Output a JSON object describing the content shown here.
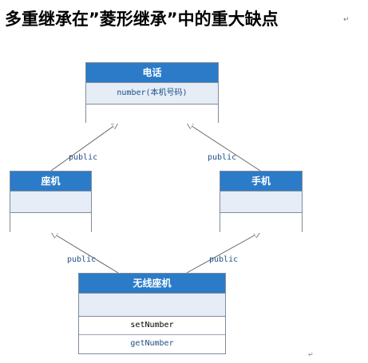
{
  "title": "多重继承在”菱形继承”中的重大缺点",
  "classes": {
    "phone": {
      "name": "电话",
      "attribute": "number(本机号码)"
    },
    "landline": {
      "name": "座机"
    },
    "mobile": {
      "name": "手机"
    },
    "cordless": {
      "name": "无线座机",
      "operations": [
        "setNumber",
        "getNumber"
      ]
    }
  },
  "edge_labels": {
    "landline_to_phone": "public",
    "mobile_to_phone": "public",
    "cordless_to_landline": "public",
    "cordless_to_mobile": "public"
  },
  "colors": {
    "header": "#2b7bc9",
    "attribute_band": "#e6edf6",
    "label_text": "#1f4e86",
    "lines": "#666666"
  }
}
